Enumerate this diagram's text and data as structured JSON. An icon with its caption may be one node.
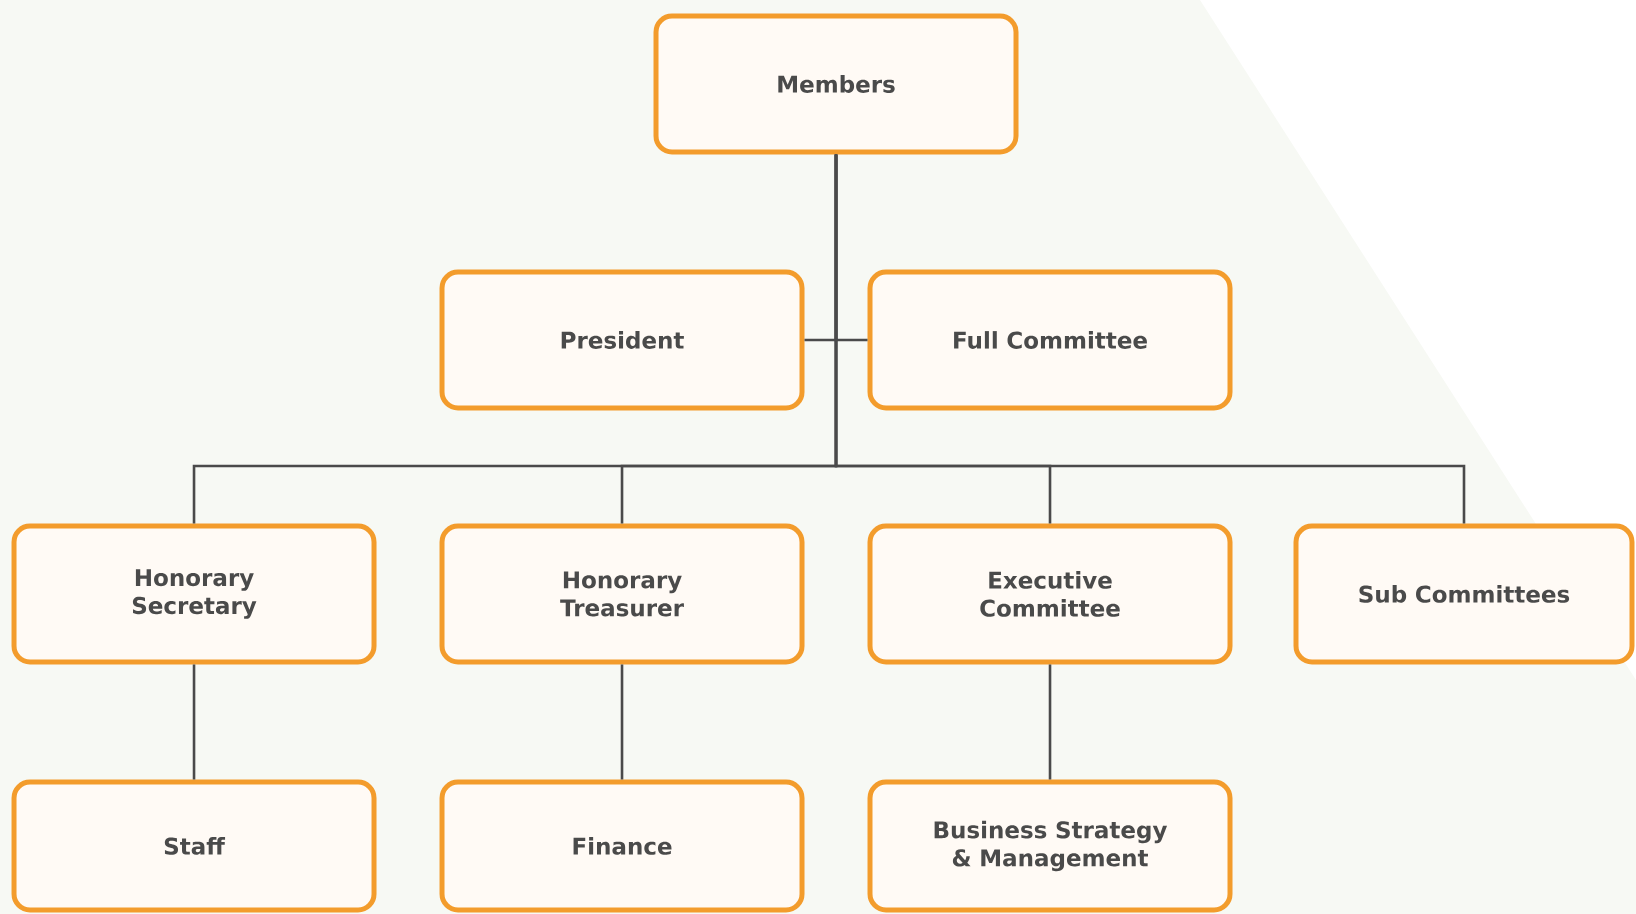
{
  "diagram": {
    "nodes": [
      {
        "text": [
          "Members"
        ]
      },
      {
        "text": [
          "President"
        ]
      },
      {
        "text": [
          "Full Committee"
        ]
      },
      {
        "text": [
          "Honorary Secretary"
        ]
      },
      {
        "text": [
          "Honorary Treasurer"
        ]
      },
      {
        "text": [
          "Executive Committee"
        ]
      },
      {
        "text": [
          "Sub Committees"
        ]
      },
      {
        "text": [
          "Staff"
        ]
      },
      {
        "text": [
          "Finance"
        ]
      },
      {
        "text": [
          "Business Strategy & Management"
        ]
      }
    ],
    "edges": [
      {
        "from": 0,
        "to": 1,
        "arrow": "none"
      },
      {
        "from": 0,
        "to": 2,
        "arrow": "none"
      },
      {
        "from": 0,
        "to": 3,
        "arrow": "none"
      },
      {
        "from": 0,
        "to": 4,
        "arrow": "none"
      },
      {
        "from": 0,
        "to": 5,
        "arrow": "none"
      },
      {
        "from": 0,
        "to": 6,
        "arrow": "none"
      },
      {
        "from": 3,
        "to": 7,
        "arrow": "none"
      },
      {
        "from": 4,
        "to": 8,
        "arrow": "none"
      },
      {
        "from": 5,
        "to": 9,
        "arrow": "none"
      }
    ]
  }
}
